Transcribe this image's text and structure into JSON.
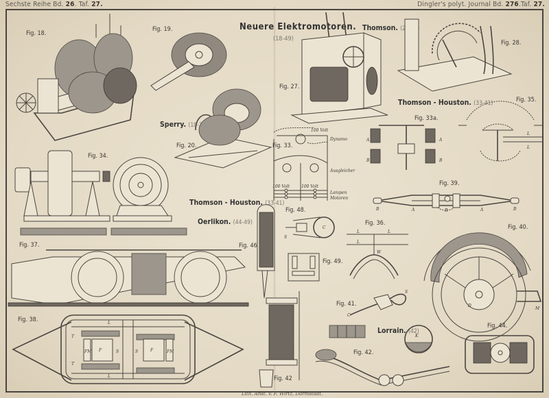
{
  "header": {
    "left": {
      "series": "Sechste Reihe Bd.",
      "volume": "26",
      "plate_prefix": ". Taf.",
      "plate": "27."
    },
    "right": {
      "journal": "Dingler's polyt. Journal Bd.",
      "volume": "276",
      "plate_prefix": ".Taf.",
      "plate": "27."
    }
  },
  "title": "Neuere Elektromotoren.",
  "subtitle": "(18-49)",
  "sections": [
    {
      "name": "Sperry.",
      "range": "(18-20)"
    },
    {
      "name": "Thomson.",
      "range": "(27-28)"
    },
    {
      "name": "Thomson - Houston.",
      "range": "(33-41)"
    },
    {
      "name": "Thomson - Houston.",
      "range": "(33-41)"
    },
    {
      "name": "Oerlikon.",
      "range": "(44-49)"
    },
    {
      "name": "Lorrain.",
      "range": "(42)"
    }
  ],
  "figures": {
    "fig18": "Fig. 18.",
    "fig19": "Fig. 19.",
    "fig20": "Fig. 20.",
    "fig27": "Fig. 27.",
    "fig28": "Fig. 28.",
    "fig33": "Fig. 33.",
    "fig33a": "Fig. 33a.",
    "fig34": "Fig. 34.",
    "fig35": "Fig. 35.",
    "fig36": "Fig. 36.",
    "fig37": "Fig. 37.",
    "fig38": "Fig. 38.",
    "fig39": "Fig. 39.",
    "fig40": "Fig. 40.",
    "fig41": "Fig. 41.",
    "fig42a": "Fig. 42.",
    "fig42b": "Fig. 42",
    "fig44": "Fig. 44.",
    "fig46": "Fig. 46.",
    "fig48": "Fig. 48.",
    "fig49": "Fig. 49."
  },
  "fig33_labels": {
    "volt_top": "100 Volt",
    "dynamo": "Dynamo",
    "ausgleicher": "Ausgleicher",
    "volt_left": "100 Volt",
    "volt_right": "100 Volt",
    "lampen": "Lampen",
    "motoren": "Motoren"
  },
  "letter_labels": {
    "A": "A",
    "B": "B",
    "C": "C",
    "D": "D",
    "F": "F",
    "FM": "FM",
    "L": "L",
    "M": "M",
    "R": "R",
    "S": "S",
    "T": "T",
    "W": "W",
    "K": "K"
  },
  "footer": "Lith. Anst. v. F. Wirtz, Darmstadt."
}
